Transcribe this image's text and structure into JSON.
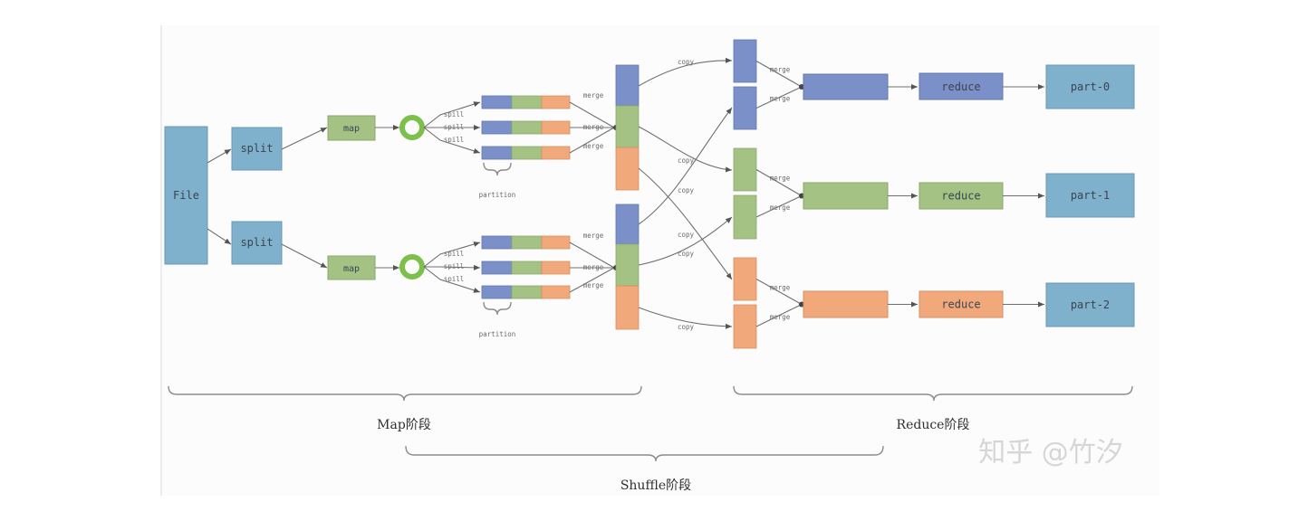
{
  "colors": {
    "blue_partition": "#7b90c8",
    "green_partition": "#a5c285",
    "orange_partition": "#f1a87b",
    "input_box": "#7fb0cc",
    "ring_buffer": "#7cbf4a",
    "edge": "#6f6f6f",
    "panel": "#fcfcfd"
  },
  "input": {
    "file_label": "File"
  },
  "splits": [
    {
      "label": "split"
    },
    {
      "label": "split"
    }
  ],
  "maps": [
    {
      "label": "map"
    },
    {
      "label": "map"
    }
  ],
  "map_side": {
    "spill_label": "spill",
    "merge_label": "merge",
    "partition_label": "partition",
    "spill_rows_per_map": 3,
    "partitions": [
      "blue",
      "green",
      "orange"
    ]
  },
  "shuffle": {
    "copy_label": "copy"
  },
  "reduce_side": {
    "merge_label": "merge",
    "reduce_label": "reduce",
    "outputs": [
      {
        "partition": "blue",
        "output": "part-0"
      },
      {
        "partition": "green",
        "output": "part-1"
      },
      {
        "partition": "orange",
        "output": "part-2"
      }
    ]
  },
  "stages": {
    "map": "Map阶段",
    "shuffle": "Shuffle阶段",
    "reduce": "Reduce阶段"
  },
  "watermark": "知乎 @竹汐"
}
